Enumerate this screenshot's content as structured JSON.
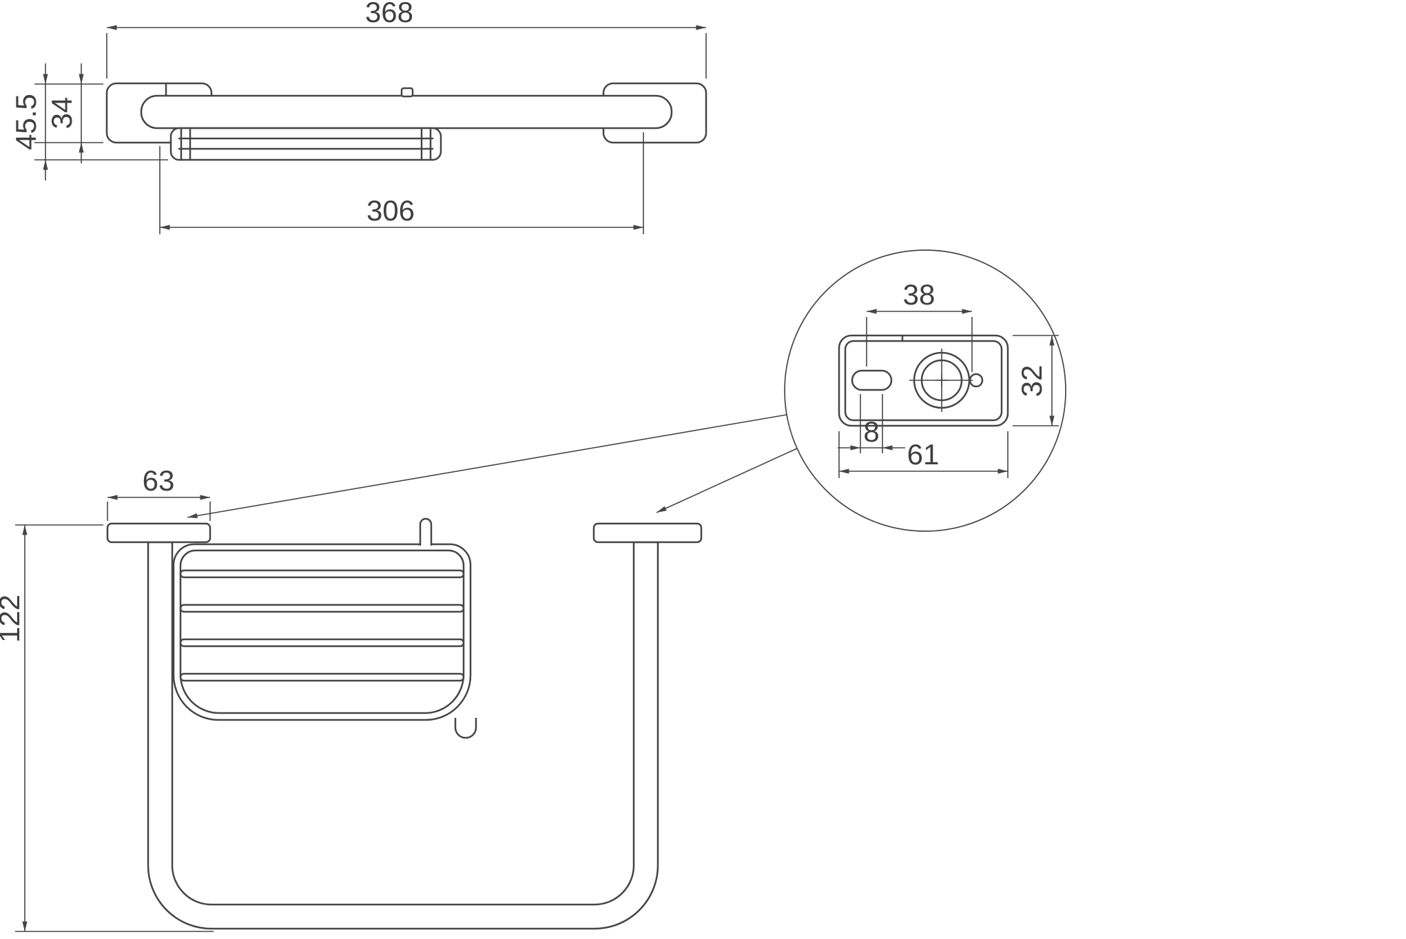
{
  "drawing": {
    "kind": "technical-dimension-drawing",
    "colors": {
      "line": "#454545",
      "background": "#ffffff"
    }
  },
  "top_view": {
    "overall_width": "368",
    "total_depth": "45.5",
    "plate_depth": "34",
    "inner_span": "306"
  },
  "detail_view": {
    "hole_spacing": "38",
    "plate_height": "32",
    "slot_width": "8",
    "plate_width": "61"
  },
  "front_view": {
    "plate_width": "63",
    "total_height": "122"
  }
}
